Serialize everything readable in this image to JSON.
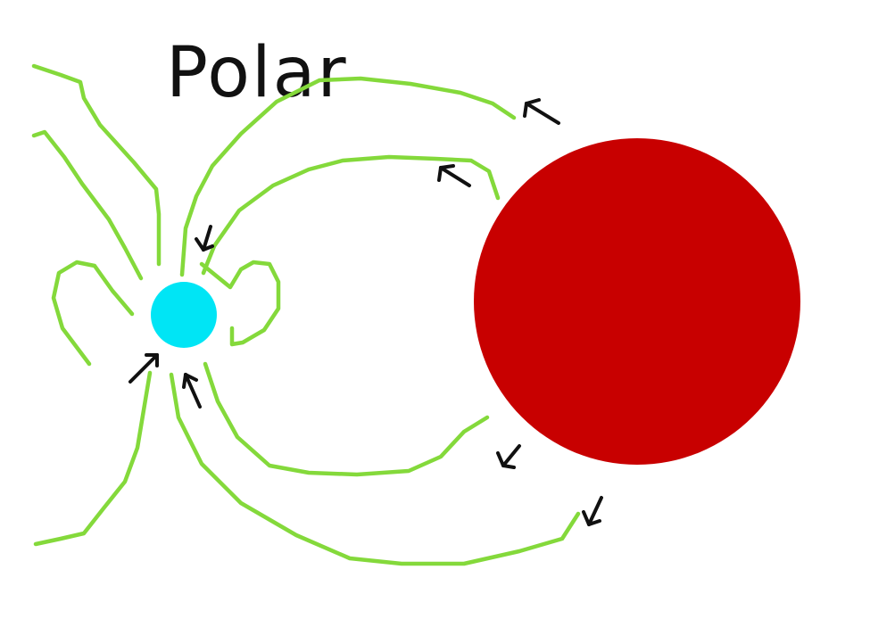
{
  "diagram": {
    "title": "Polar",
    "colors": {
      "background": "#ffffff",
      "field_lines": "#84d93b",
      "arrows": "#111111",
      "white_dwarf": "#00e5f5",
      "companion_star": "#c80000",
      "title": "#111111"
    },
    "objects": [
      {
        "name": "white-dwarf",
        "color": "#00e5f5"
      },
      {
        "name": "companion-star",
        "color": "#c80000"
      }
    ]
  }
}
